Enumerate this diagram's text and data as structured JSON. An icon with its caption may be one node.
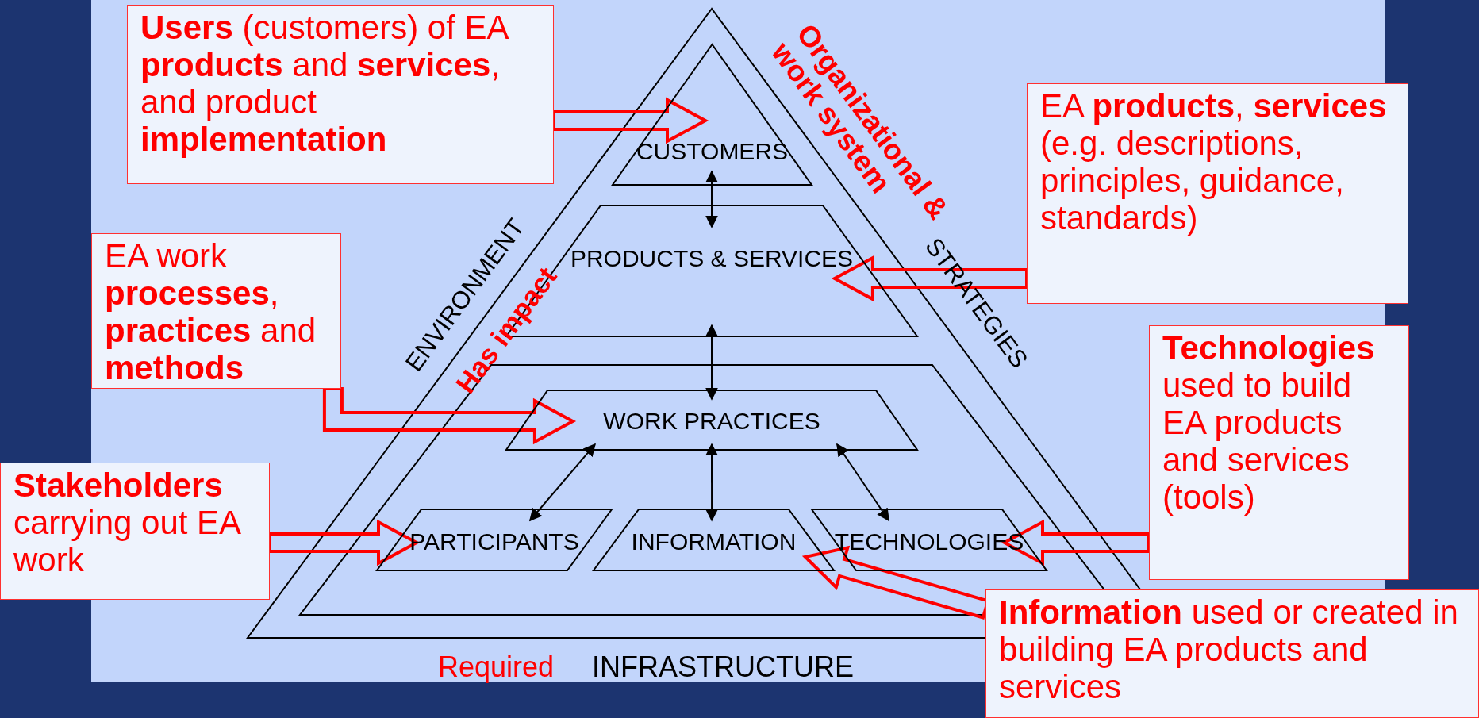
{
  "diagram": {
    "nodes": [
      {
        "text": [
          "**Users** (customers) of EA **products** and **services**, and product **implementation**"
        ]
      },
      {
        "text": [
          "CUSTOMERS"
        ]
      },
      {
        "text": [
          "EA **products**, **services** (e.g. descriptions, principles, guidance, standards)"
        ]
      },
      {
        "text": [
          "PRODUCTS & SERVICES"
        ]
      },
      {
        "text": [
          "EA work **processes**, **practices** and **methods**"
        ]
      },
      {
        "text": [
          "WORK PRACTICES"
        ]
      },
      {
        "text": [
          "**Technologies** used to build EA products and services (tools)"
        ]
      },
      {
        "text": [
          "**Stakeholders** carrying out EA work"
        ]
      },
      {
        "text": [
          "PARTICIPANTS"
        ]
      },
      {
        "text": [
          "INFORMATION"
        ]
      },
      {
        "text": [
          "TECHNOLOGIES"
        ]
      },
      {
        "text": [
          "**Information** used or created in building EA products and services"
        ]
      }
    ],
    "edges": [
      {
        "from": 0,
        "to": 1,
        "arrow": "to",
        "style": "thick",
        "color": "#ff0000"
      },
      {
        "from": 2,
        "to": 3,
        "arrow": "to",
        "style": "thick",
        "color": "#ff0000"
      },
      {
        "from": 1,
        "to": 3,
        "arrow": "both"
      },
      {
        "from": 4,
        "to": 5,
        "arrow": "to",
        "style": "thick",
        "color": "#ff0000"
      },
      {
        "from": 3,
        "to": 5,
        "arrow": "both"
      },
      {
        "from": 5,
        "to": 8,
        "arrow": "both"
      },
      {
        "from": 5,
        "to": 9,
        "arrow": "both"
      },
      {
        "from": 5,
        "to": 10,
        "arrow": "both"
      },
      {
        "from": 7,
        "to": 8,
        "arrow": "to",
        "style": "thick",
        "color": "#ff0000"
      },
      {
        "from": 6,
        "to": 10,
        "arrow": "to",
        "style": "thick",
        "color": "#ff0000"
      },
      {
        "from": 11,
        "to": 9,
        "arrow": "to",
        "style": "thick",
        "color": "#ff0000"
      }
    ],
    "labels": [
      "Organizational & work system",
      "ENVIRONMENT",
      "Has impact",
      "STRATEGIES",
      "Required",
      "INFRASTRUCTURE"
    ]
  }
}
